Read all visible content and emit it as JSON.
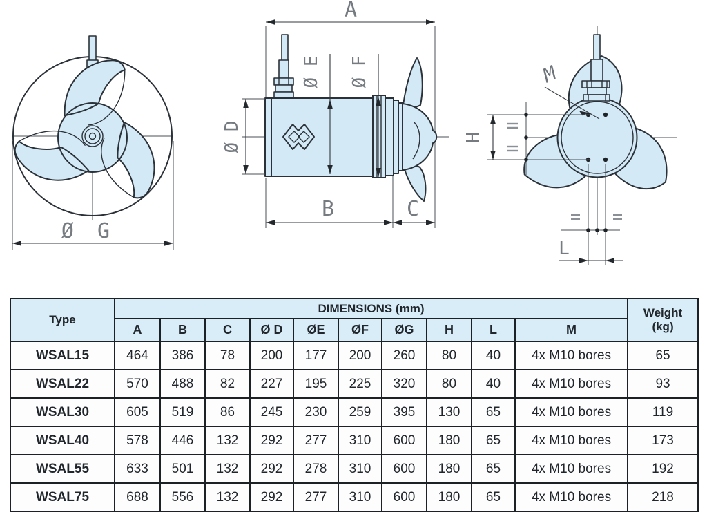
{
  "drawing": {
    "labels": {
      "front_dia": "Ø G",
      "overall_len": "A",
      "dia_d": "Ø D",
      "dia_e": "Ø E",
      "dia_f": "Ø F",
      "body_len": "B",
      "prop_len": "C",
      "bores_label": "M",
      "bolt_height": "H",
      "bolt_spacing": "L"
    },
    "colors": {
      "part_fill": "#d3e9f6",
      "outline": "#2b3138",
      "dim_line": "#33383d",
      "label_gray": "#757b81"
    }
  },
  "table": {
    "headers": {
      "type": "Type",
      "group": "DIMENSIONS (mm)",
      "weight_l1": "Weight",
      "weight_l2": "(kg)",
      "cols": [
        "A",
        "B",
        "C",
        "Ø D",
        "ØE",
        "ØF",
        "ØG",
        "H",
        "L",
        "M"
      ]
    },
    "rows": [
      {
        "type": "WSAL15",
        "v": [
          "464",
          "386",
          "78",
          "200",
          "177",
          "200",
          "260",
          "80",
          "40",
          "4x M10 bores",
          "65"
        ]
      },
      {
        "type": "WSAL22",
        "v": [
          "570",
          "488",
          "82",
          "227",
          "195",
          "225",
          "320",
          "80",
          "40",
          "4x M10 bores",
          "93"
        ]
      },
      {
        "type": "WSAL30",
        "v": [
          "605",
          "519",
          "86",
          "245",
          "230",
          "259",
          "395",
          "130",
          "65",
          "4x M10 bores",
          "119"
        ]
      },
      {
        "type": "WSAL40",
        "v": [
          "578",
          "446",
          "132",
          "292",
          "277",
          "310",
          "600",
          "180",
          "65",
          "4x M10 bores",
          "173"
        ]
      },
      {
        "type": "WSAL55",
        "v": [
          "633",
          "501",
          "132",
          "292",
          "278",
          "310",
          "600",
          "180",
          "65",
          "4x M10 bores",
          "192"
        ]
      },
      {
        "type": "WSAL75",
        "v": [
          "688",
          "556",
          "132",
          "292",
          "277",
          "310",
          "600",
          "180",
          "65",
          "4x M10 bores",
          "218"
        ]
      }
    ],
    "colors": {
      "header_bg": "#d9edf8",
      "border": "#1c2126",
      "text": "#20262b"
    }
  }
}
